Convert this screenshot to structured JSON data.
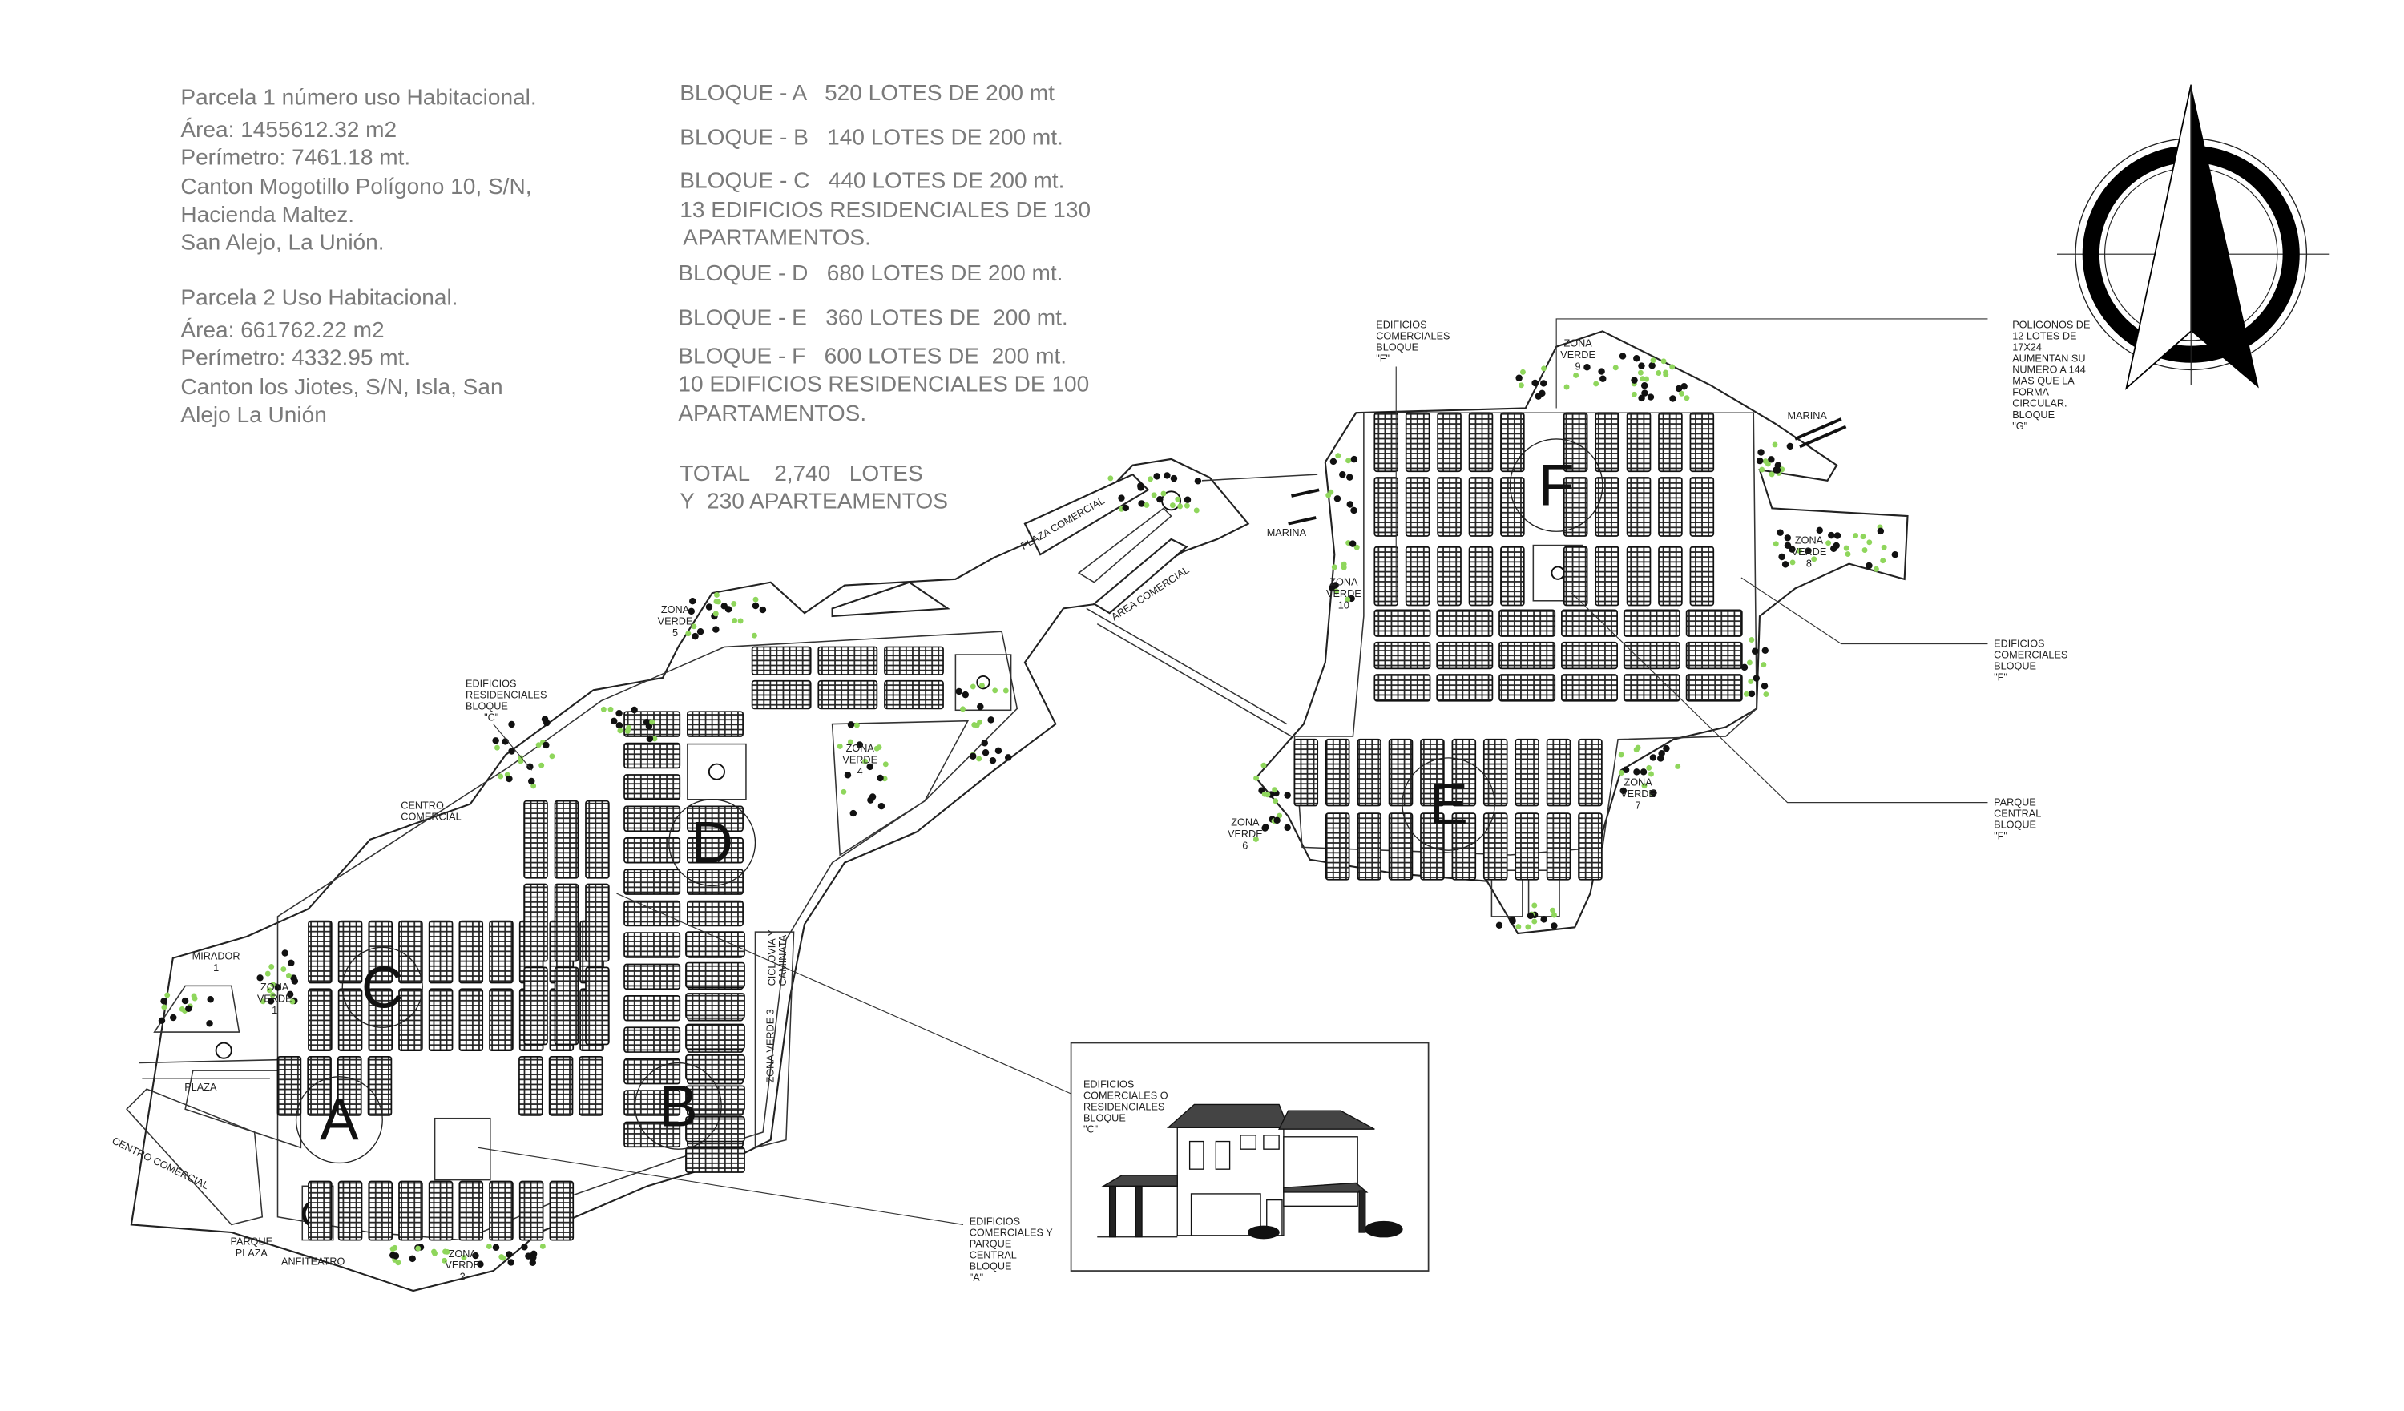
{
  "parcela1": {
    "lines": [
      "Parcela 1 número uso Habitacional.",
      "Área: 1455612.32 m2",
      "Perímetro: 7461.18 mt.",
      "Canton Mogotillo Polígono 10, S/N,",
      "Hacienda Maltez.",
      "San Alejo, La Unión."
    ]
  },
  "parcela2": {
    "lines": [
      "Parcela 2 Uso Habitacional.",
      "Área: 661762.22 m2",
      "Perímetro: 4332.95 mt.",
      "Canton los Jiotes, S/N, Isla, San",
      "Alejo La Unión"
    ]
  },
  "bloques": {
    "a": "BLOQUE - A   520 LOTES DE 200 mt",
    "b": "BLOQUE - B   140 LOTES DE 200 mt.",
    "c": "BLOQUE - C   440 LOTES DE 200 mt.",
    "c_extra1": "13 EDIFICIOS RESIDENCIALES DE 130",
    "c_extra2": "APARTAMENTOS.",
    "d": "BLOQUE - D   680 LOTES DE 200 mt.",
    "e": "BLOQUE - E   360 LOTES DE  200 mt.",
    "f": "BLOQUE - F   600 LOTES DE  200 mt.",
    "f_extra1": "10 EDIFICIOS RESIDENCIALES DE 100",
    "f_extra2": "APARTAMENTOS.",
    "total1": "TOTAL    2,740   LOTES",
    "total2": "Y  230 APARTEAMENTOS"
  },
  "block_letters": {
    "a": "A",
    "b": "B",
    "c": "C",
    "d": "D",
    "e": "E",
    "f": "F"
  },
  "labels": {
    "poligonos_g": [
      "POLIGONOS DE",
      "12 LOTES DE",
      "17X24",
      "AUMENTAN SU",
      "NUMERO A 144",
      "MAS QUE LA",
      "FORMA",
      "CIRCULAR.",
      "BLOQUE",
      "\"G\""
    ],
    "edif_com_f_right": [
      "EDIFICIOS",
      "COMERCIALES",
      "BLOQUE",
      "\"F\""
    ],
    "parque_central_f": [
      "PARQUE",
      "CENTRAL",
      "BLOQUE",
      "\"F\""
    ],
    "edif_com_f_top": [
      "EDIFICIOS",
      "COMERCIALES",
      "BLOQUE",
      "\"F\""
    ],
    "zona_verde_9": [
      "ZONA",
      "VERDE",
      "9"
    ],
    "marina_right": "MARINA",
    "zona_verde_8": [
      "ZONA",
      "VERDE",
      "8"
    ],
    "marina_left": "MARINA",
    "zona_verde_10": [
      "ZONA",
      "VERDE",
      "10"
    ],
    "zona_verde_6": [
      "ZONA",
      "VERDE",
      "6"
    ],
    "zona_verde_7": [
      "ZONA",
      "VERDE",
      "7"
    ],
    "plaza_comercial": "PLAZA COMERCIAL",
    "area_comercial": "AREA COMERCIAL",
    "zona_verde_5": [
      "ZONA",
      "VERDE",
      "5"
    ],
    "zona_verde_4": [
      "ZONA",
      "VERDE",
      "4"
    ],
    "edif_res_c": [
      "EDIFICIOS",
      "RESIDENCIALES",
      "BLOQUE",
      "\"C\""
    ],
    "centro_comercial_top": [
      "CENTRO",
      "COMERCIAL"
    ],
    "mirador": [
      "MIRADOR",
      "1"
    ],
    "zona_verde_1": [
      "ZONA",
      "VERDE",
      "1"
    ],
    "plaza": "PLAZA",
    "centro_comercial_bottom": "CENTRO COMERCIAL",
    "parque_plaza": [
      "PARQUE",
      "PLAZA"
    ],
    "anfiteatro": "ANFITEATRO",
    "zona_verde_2": [
      "ZONA",
      "VERDE",
      "2"
    ],
    "ciclovia": [
      "CICLOVIA Y",
      "CAMINATA"
    ],
    "zona_verde_3": "ZONA VERDE 3",
    "edif_com_parque_a": [
      "EDIFICIOS",
      "COMERCIALES Y",
      "PARQUE",
      "CENTRAL",
      "BLOQUE",
      "\"A\""
    ],
    "elevation_caption": [
      "EDIFICIOS",
      "COMERCIALES O",
      "RESIDENCIALES",
      "BLOQUE",
      "\"C\""
    ]
  },
  "colors": {
    "ink": "#111111",
    "info_text": "#7a7a7a",
    "green_dot": "#8fd65c"
  },
  "icons": {
    "north_arrow": "north-arrow-compass-icon"
  }
}
